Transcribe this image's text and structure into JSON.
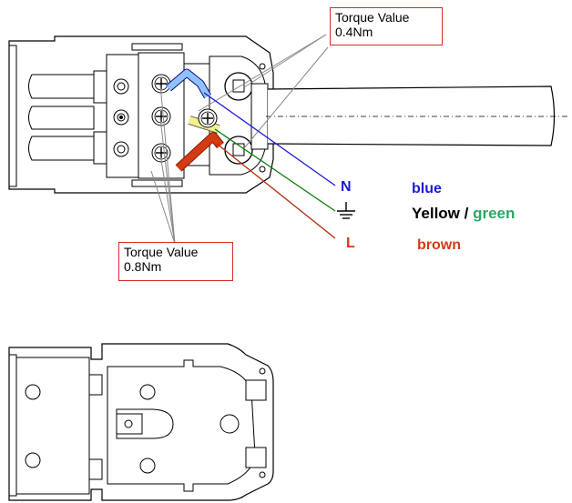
{
  "torque_top": {
    "title": "Torque Value",
    "value": "0.4Nm"
  },
  "torque_bottom": {
    "title": "Torque Value",
    "value": "0.8Nm"
  },
  "wires": {
    "neutral": {
      "letter": "N",
      "color_name": "blue",
      "color": "#1a1adb"
    },
    "earth": {
      "color_prefix": "Yellow / ",
      "color_name": "green",
      "color": "#0a7a0a",
      "name_color": "#2aa866"
    },
    "live": {
      "letter": "L",
      "color_name": "brown",
      "color": "#d63a12"
    }
  }
}
